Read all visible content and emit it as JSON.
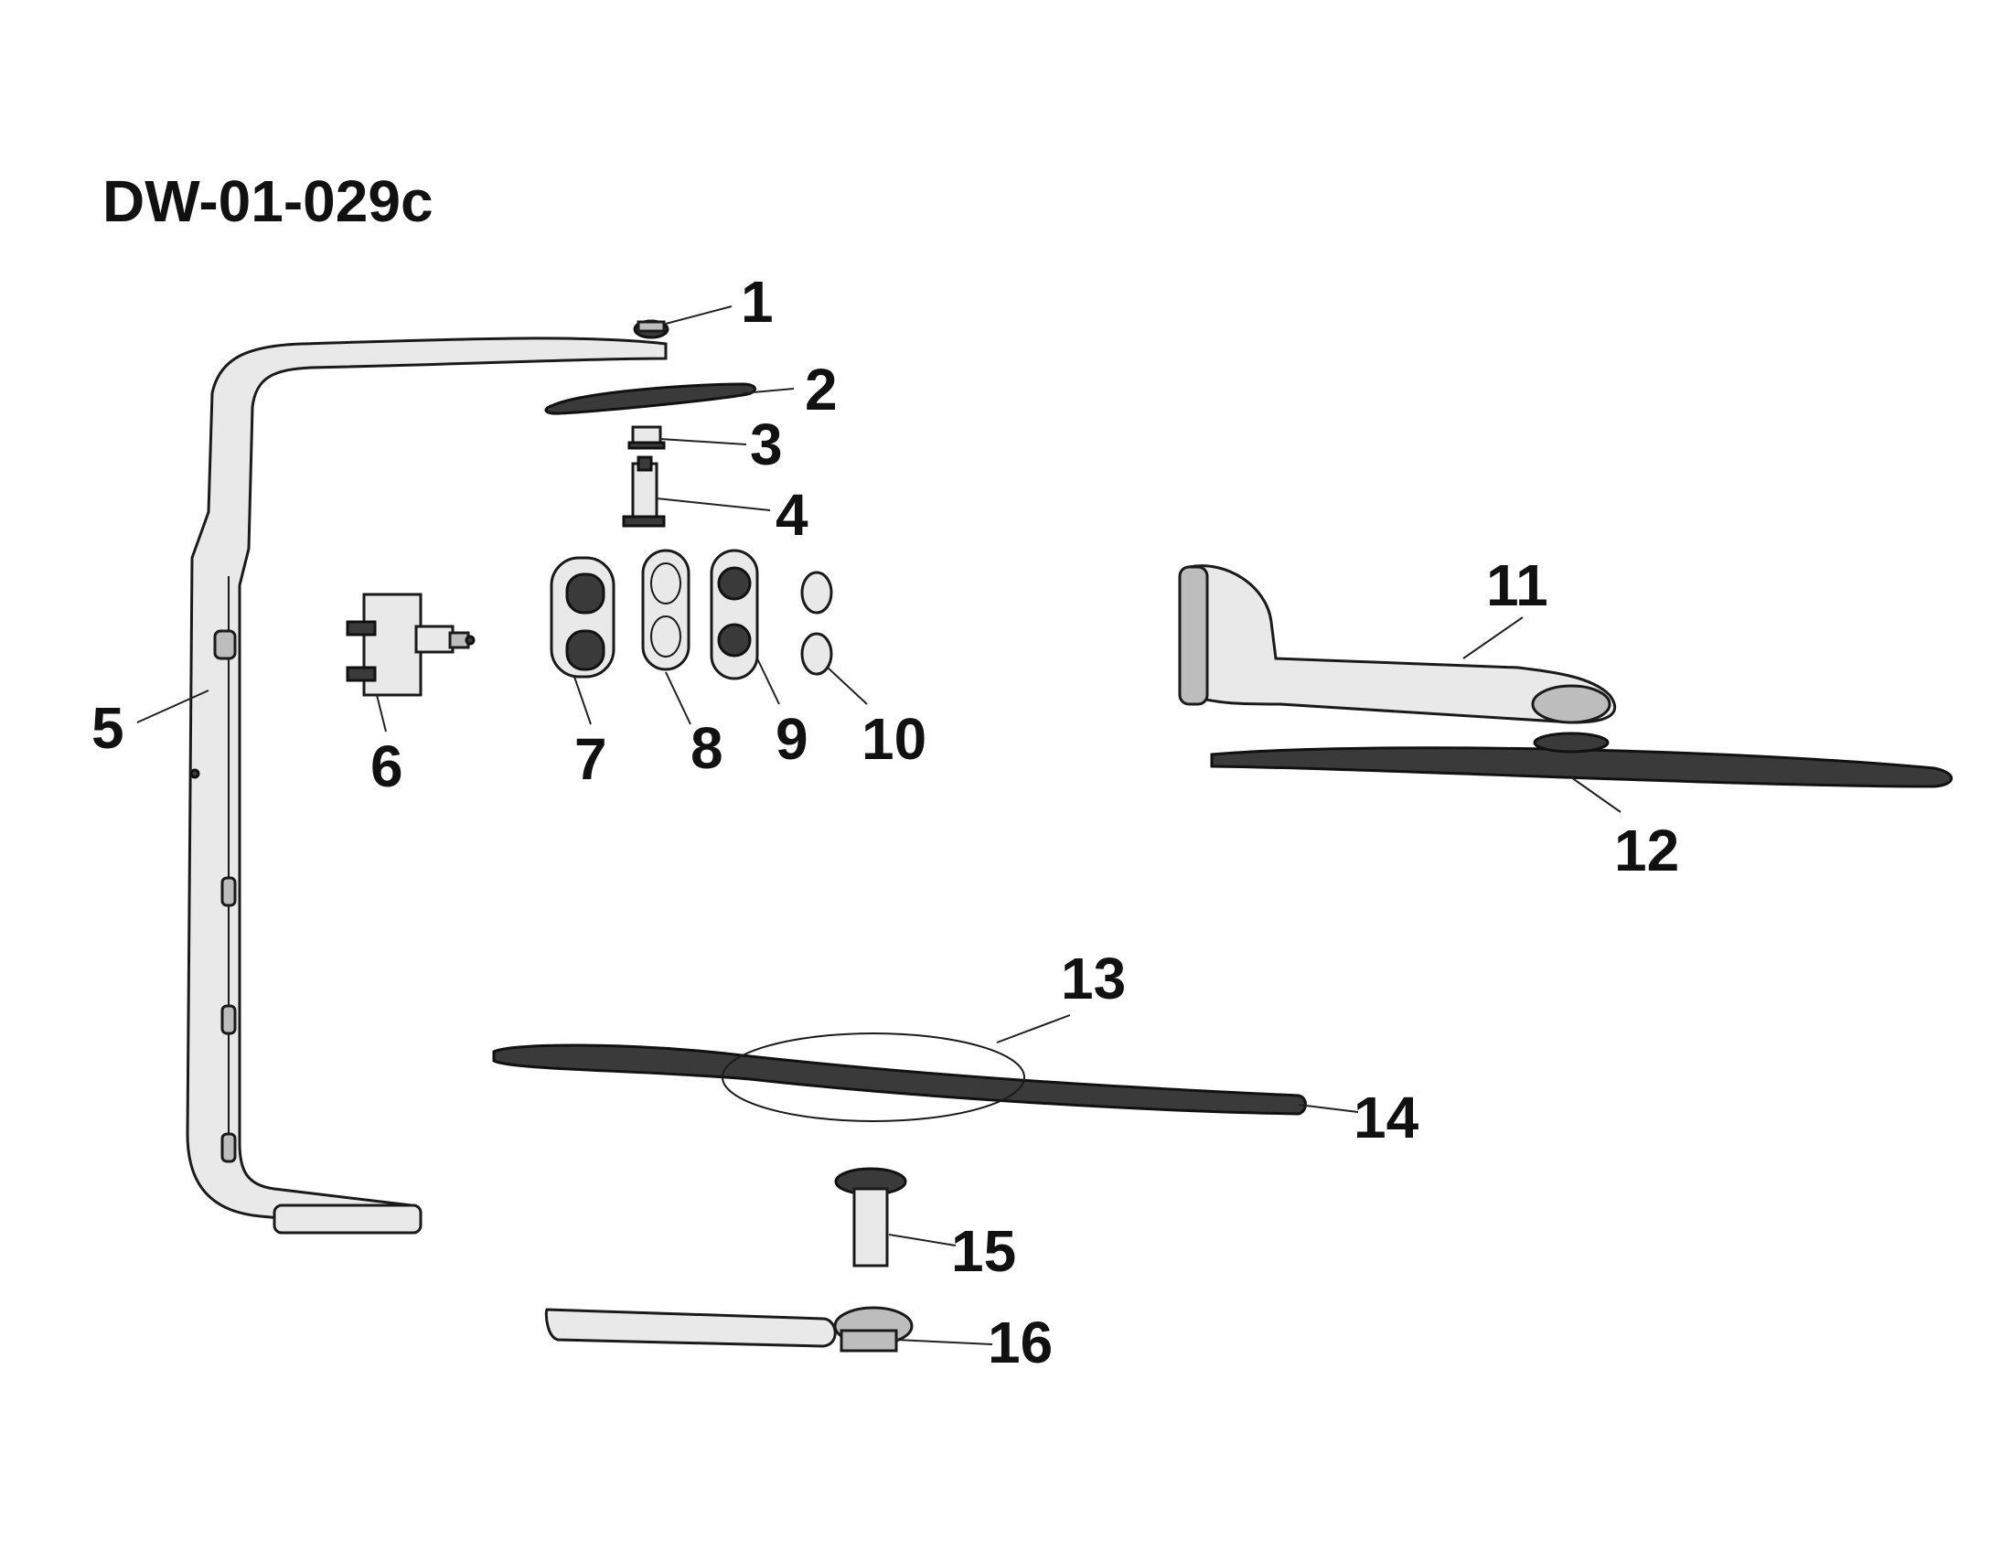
{
  "diagram": {
    "title": "DW-01-029c",
    "callouts": [
      "1",
      "2",
      "3",
      "4",
      "5",
      "6",
      "7",
      "8",
      "9",
      "10",
      "11",
      "12",
      "13",
      "14",
      "15",
      "16"
    ]
  }
}
